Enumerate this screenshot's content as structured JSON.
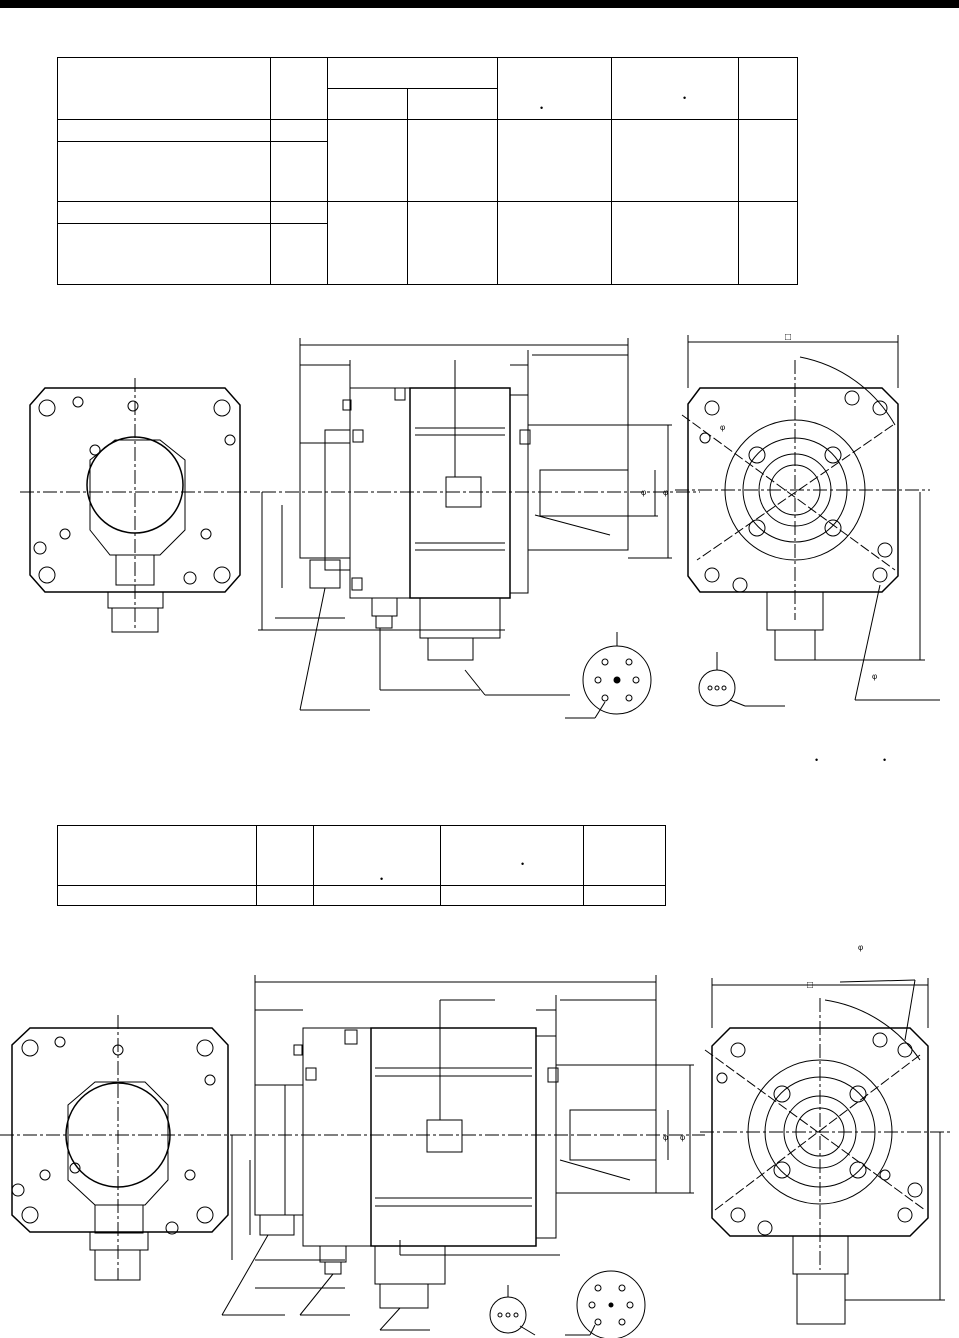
{
  "tables": {
    "spec_table_1": {
      "rows": 5,
      "columns": 7,
      "cell_text": []
    },
    "spec_table_2": {
      "rows": 2,
      "columns": 5,
      "cell_text": []
    }
  },
  "drawings": {
    "drawing_1": {
      "caption": "",
      "labels": [
        "□",
        "φ",
        "φ",
        "φ",
        "φ"
      ]
    },
    "drawing_2": {
      "caption": "",
      "labels": [
        "□",
        "φ",
        "φ",
        "φ"
      ]
    }
  },
  "colors": {
    "ink": "#000000",
    "paper": "#ffffff"
  }
}
